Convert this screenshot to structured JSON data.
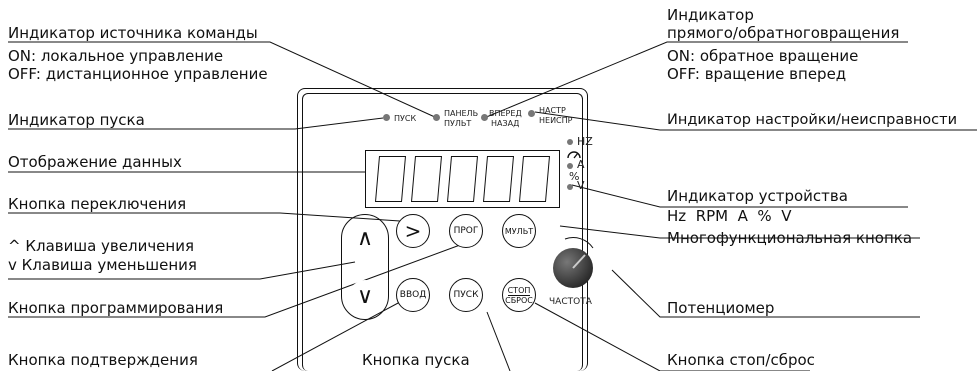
{
  "left_labels": {
    "command_source_title": "Индикатор источника  команды",
    "command_source_on": "ON: локальное управление",
    "command_source_off": "OFF: дистанционное управление",
    "run_indicator": "Индикатор пуска",
    "data_display": "Отображение данных",
    "shift_button": "Кнопка переключения",
    "up_key": "^ Клавиша увеличения",
    "down_key": "v Клавиша уменьшения",
    "program_button": "Кнопка программирования",
    "confirm_button": "Кнопка подтверждения"
  },
  "right_labels": {
    "direction_title_1": "Индикатор",
    "direction_title_2": "прямого/обратноговращения",
    "direction_on": "ON: обратное вращение",
    "direction_off": "OFF: вращение вперед",
    "setup_fault": "Индикатор настройки/неисправности",
    "unit_indicator": "Индикатор устройства",
    "units": "Hz  RPM  A  %  V",
    "multifunction": "Многофункциональная кнопка",
    "potentiometer": "Потенциомер",
    "stop_reset": "Кнопка стоп/сброс"
  },
  "bottom_labels": {
    "run_button": "Кнопка пуска"
  },
  "panel": {
    "led_run": "ПУСК",
    "led_panel_1": "ПАНЕЛЬ",
    "led_panel_2": "ПУЛЬТ",
    "led_dir_1": "ВПЕРЕД",
    "led_dir_2": "НАЗАД",
    "led_setup_1": "НАСТР",
    "led_setup_2": "НЕИСПР",
    "unit_hz": "HZ",
    "unit_a": "A",
    "unit_pct": "%",
    "unit_v": "V",
    "btn_up": "∧",
    "btn_down": "∨",
    "btn_shift": ">",
    "btn_prog": "ПРОГ",
    "btn_mult": "МУЛЬТ",
    "btn_enter": "ВВОД",
    "btn_run": "ПУСК",
    "btn_stop": "СТОП",
    "btn_reset": "СБРОС",
    "knob_label": "ЧАСТОТА"
  }
}
